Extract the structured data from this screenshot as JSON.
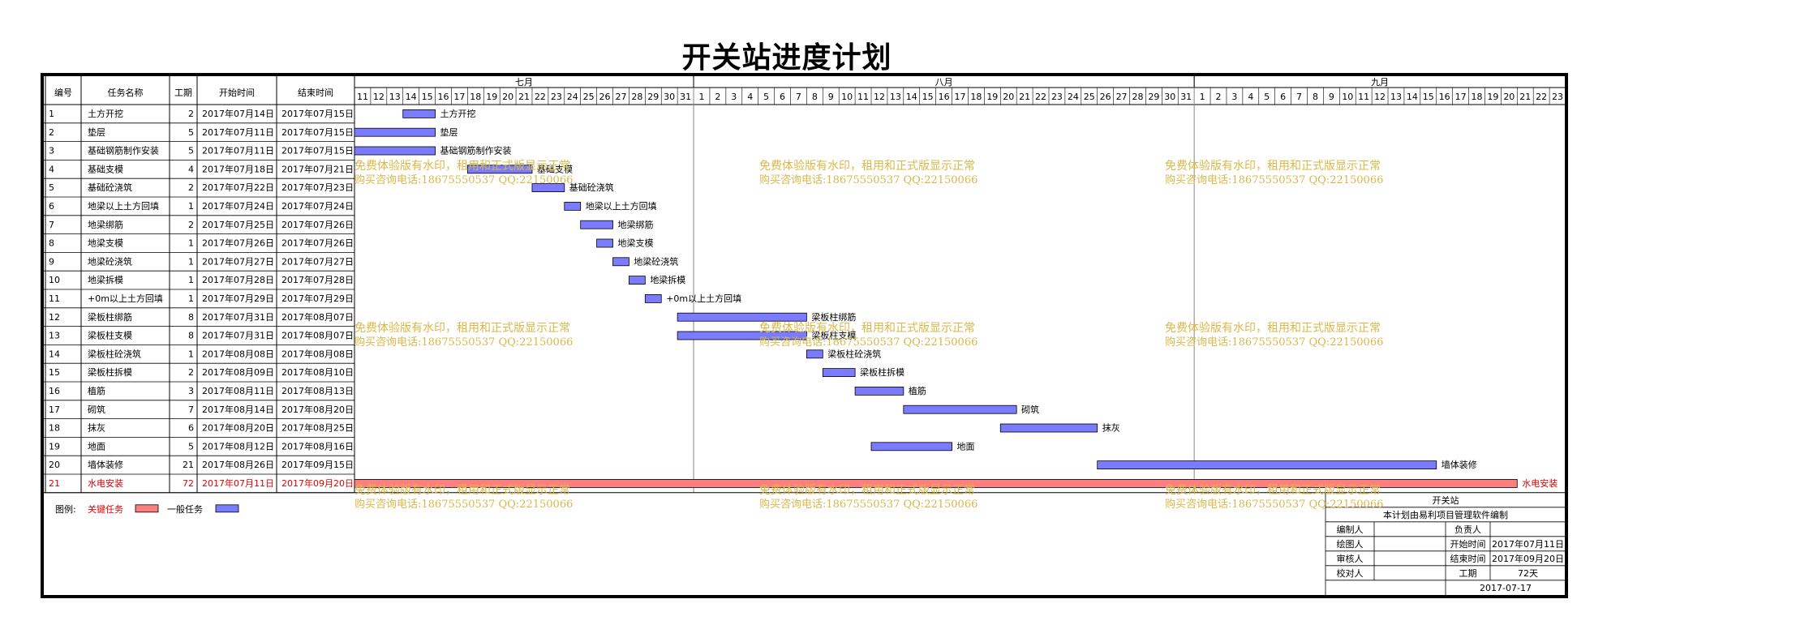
{
  "title": "开关站进度计划",
  "headers": {
    "id": "编号",
    "name": "任务名称",
    "dur": "工期",
    "start": "开始时间",
    "end": "结束时间"
  },
  "months": [
    {
      "label": "七月",
      "days": [
        "11",
        "12",
        "13",
        "14",
        "15",
        "16",
        "17",
        "18",
        "19",
        "20",
        "21",
        "22",
        "23",
        "24",
        "25",
        "26",
        "27",
        "28",
        "29",
        "30",
        "31"
      ]
    },
    {
      "label": "八月",
      "days": [
        "1",
        "2",
        "3",
        "4",
        "5",
        "6",
        "7",
        "8",
        "9",
        "10",
        "11",
        "12",
        "13",
        "14",
        "15",
        "16",
        "17",
        "18",
        "19",
        "20",
        "21",
        "22",
        "23",
        "24",
        "25",
        "26",
        "27",
        "28",
        "29",
        "30",
        "31"
      ]
    },
    {
      "label": "九月",
      "days": [
        "1",
        "2",
        "3",
        "4",
        "5",
        "6",
        "7",
        "8",
        "9",
        "10",
        "11",
        "12",
        "13",
        "14",
        "15",
        "16",
        "17",
        "18",
        "19",
        "20",
        "21",
        "22",
        "23"
      ]
    }
  ],
  "tasks": [
    {
      "id": "1",
      "name": "土方开挖",
      "dur": "2",
      "start": "2017年07月14日",
      "end": "2017年07月15日",
      "s": 4,
      "e": 5,
      "critical": false
    },
    {
      "id": "2",
      "name": "垫层",
      "dur": "5",
      "start": "2017年07月11日",
      "end": "2017年07月15日",
      "s": 1,
      "e": 5,
      "critical": false
    },
    {
      "id": "3",
      "name": "基础钢筋制作安装",
      "dur": "5",
      "start": "2017年07月11日",
      "end": "2017年07月15日",
      "s": 1,
      "e": 5,
      "critical": false
    },
    {
      "id": "4",
      "name": "基础支模",
      "dur": "4",
      "start": "2017年07月18日",
      "end": "2017年07月21日",
      "s": 8,
      "e": 11,
      "critical": false
    },
    {
      "id": "5",
      "name": "基础砼浇筑",
      "dur": "2",
      "start": "2017年07月22日",
      "end": "2017年07月23日",
      "s": 12,
      "e": 13,
      "critical": false
    },
    {
      "id": "6",
      "name": "地梁以上土方回填",
      "dur": "1",
      "start": "2017年07月24日",
      "end": "2017年07月24日",
      "s": 14,
      "e": 14,
      "critical": false
    },
    {
      "id": "7",
      "name": "地梁绑筋",
      "dur": "2",
      "start": "2017年07月25日",
      "end": "2017年07月26日",
      "s": 15,
      "e": 16,
      "critical": false
    },
    {
      "id": "8",
      "name": "地梁支模",
      "dur": "1",
      "start": "2017年07月26日",
      "end": "2017年07月26日",
      "s": 16,
      "e": 16,
      "critical": false
    },
    {
      "id": "9",
      "name": "地梁砼浇筑",
      "dur": "1",
      "start": "2017年07月27日",
      "end": "2017年07月27日",
      "s": 17,
      "e": 17,
      "critical": false
    },
    {
      "id": "10",
      "name": "地梁拆模",
      "dur": "1",
      "start": "2017年07月28日",
      "end": "2017年07月28日",
      "s": 18,
      "e": 18,
      "critical": false
    },
    {
      "id": "11",
      "name": "+0m以上土方回填",
      "dur": "1",
      "start": "2017年07月29日",
      "end": "2017年07月29日",
      "s": 19,
      "e": 19,
      "critical": false
    },
    {
      "id": "12",
      "name": "梁板柱绑筋",
      "dur": "8",
      "start": "2017年07月31日",
      "end": "2017年08月07日",
      "s": 21,
      "e": 28,
      "critical": false
    },
    {
      "id": "13",
      "name": "梁板柱支模",
      "dur": "8",
      "start": "2017年07月31日",
      "end": "2017年08月07日",
      "s": 21,
      "e": 28,
      "critical": false
    },
    {
      "id": "14",
      "name": "梁板柱砼浇筑",
      "dur": "1",
      "start": "2017年08月08日",
      "end": "2017年08月08日",
      "s": 29,
      "e": 29,
      "critical": false
    },
    {
      "id": "15",
      "name": "梁板柱拆模",
      "dur": "2",
      "start": "2017年08月09日",
      "end": "2017年08月10日",
      "s": 30,
      "e": 31,
      "critical": false
    },
    {
      "id": "16",
      "name": "植筋",
      "dur": "3",
      "start": "2017年08月11日",
      "end": "2017年08月13日",
      "s": 32,
      "e": 34,
      "critical": false
    },
    {
      "id": "17",
      "name": "砌筑",
      "dur": "7",
      "start": "2017年08月14日",
      "end": "2017年08月20日",
      "s": 35,
      "e": 41,
      "critical": false
    },
    {
      "id": "18",
      "name": "抹灰",
      "dur": "6",
      "start": "2017年08月20日",
      "end": "2017年08月25日",
      "s": 41,
      "e": 46,
      "critical": false
    },
    {
      "id": "19",
      "name": "地面",
      "dur": "5",
      "start": "2017年08月12日",
      "end": "2017年08月16日",
      "s": 33,
      "e": 37,
      "critical": false
    },
    {
      "id": "20",
      "name": "墙体装修",
      "dur": "21",
      "start": "2017年08月26日",
      "end": "2017年09月15日",
      "s": 47,
      "e": 67,
      "critical": false
    },
    {
      "id": "21",
      "name": "水电安装",
      "dur": "72",
      "start": "2017年07月11日",
      "end": "2017年09月20日",
      "s": 1,
      "e": 72,
      "critical": true
    }
  ],
  "legend": {
    "label": "图例:",
    "critical": "关键任务",
    "normal": "一般任务"
  },
  "info": {
    "project": "开关站",
    "note": "本计划由易利项目管理软件编制",
    "editor_label": "编制人",
    "owner_label": "负责人",
    "drawer_label": "绘图人",
    "start_label": "开始时间",
    "start_value": "2017年07月11日",
    "reviewer_label": "审核人",
    "end_label": "结束时间",
    "end_value": "2017年09月20日",
    "checker_label": "校对人",
    "dur_label": "工期",
    "dur_value": "72天",
    "date": "2017-07-17"
  },
  "watermark": {
    "line1": "免费体验版有水印，租用和正式版显示正常",
    "line2": "购买咨询电话:18675550537 QQ:22150066"
  },
  "colors": {
    "normal": "#7b7bff",
    "critical": "#ff7f7f",
    "critical_text": "#e00000",
    "watermark": "#d9b84a"
  }
}
